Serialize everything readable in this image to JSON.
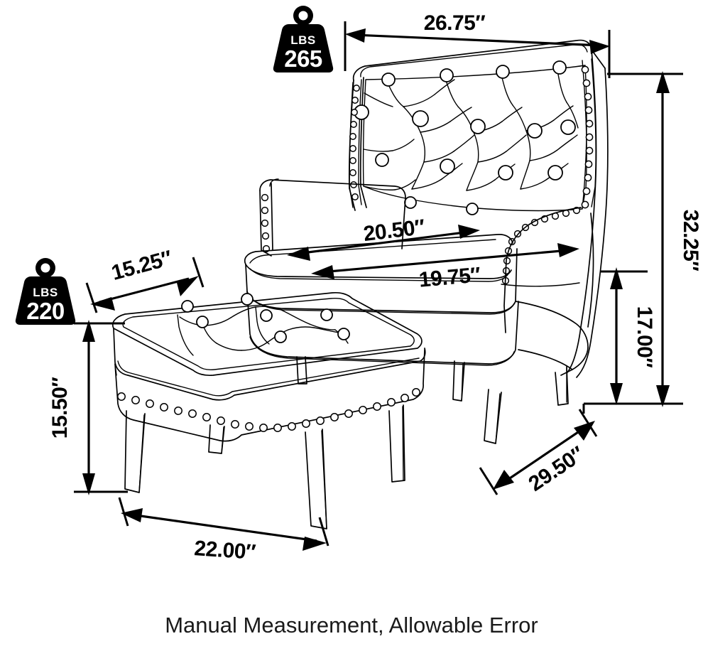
{
  "diagram": {
    "title": "Accent Chair and Ottoman Dimension Diagram",
    "caption": "Manual Measurement, Allowable Error",
    "line_color": "#000000",
    "background_color": "#ffffff",
    "unit_symbol": "\""
  },
  "weight_badges": [
    {
      "name": "chair-weight-badge",
      "unit_label": "LBS",
      "value": "265",
      "applies_to": "chair"
    },
    {
      "name": "ottoman-weight-badge",
      "unit_label": "LBS",
      "value": "220",
      "applies_to": "ottoman"
    }
  ],
  "dimensions": {
    "chair": [
      {
        "id": "chair-width",
        "label": "26.75″",
        "value": 26.75,
        "unit": "in",
        "placement": "top",
        "orientation": "horizontal"
      },
      {
        "id": "chair-height",
        "label": "32.25″",
        "value": 32.25,
        "unit": "in",
        "placement": "right-outer",
        "orientation": "vertical"
      },
      {
        "id": "chair-seat-height",
        "label": "17.00″",
        "value": 17.0,
        "unit": "in",
        "placement": "right-inner",
        "orientation": "vertical"
      },
      {
        "id": "chair-seat-width",
        "label": "20.50″",
        "value": 20.5,
        "unit": "in",
        "placement": "seat-upper",
        "orientation": "diagonal"
      },
      {
        "id": "chair-seat-depth",
        "label": "19.75″",
        "value": 19.75,
        "unit": "in",
        "placement": "seat-lower",
        "orientation": "diagonal"
      },
      {
        "id": "chair-depth",
        "label": "29.50″",
        "value": 29.5,
        "unit": "in",
        "placement": "bottom-right",
        "orientation": "diagonal"
      }
    ],
    "ottoman": [
      {
        "id": "ottoman-depth",
        "label": "15.25″",
        "value": 15.25,
        "unit": "in",
        "placement": "top-left",
        "orientation": "diagonal"
      },
      {
        "id": "ottoman-height",
        "label": "15.50″",
        "value": 15.5,
        "unit": "in",
        "placement": "left",
        "orientation": "vertical"
      },
      {
        "id": "ottoman-width",
        "label": "22.00″",
        "value": 22.0,
        "unit": "in",
        "placement": "bottom",
        "orientation": "horizontal"
      }
    ]
  },
  "labels": {
    "d_26_75": "26.75″",
    "d_32_25": "32.25″",
    "d_17_00": "17.00″",
    "d_20_50": "20.50″",
    "d_19_75": "19.75″",
    "d_29_50": "29.50″",
    "d_15_25": "15.25″",
    "d_15_50": "15.50″",
    "d_22_00": "22.00″",
    "lbs_unit": "LBS",
    "lbs_chair": "265",
    "lbs_ottoman": "220",
    "caption": "Manual Measurement, Allowable Error"
  },
  "objects": [
    {
      "name": "wingback-accent-chair",
      "features": [
        "tufted-diamond-back",
        "nailhead-trim",
        "rolled-arms",
        "tapered-legs"
      ]
    },
    {
      "name": "matching-ottoman",
      "features": [
        "tufted-top",
        "nailhead-trim",
        "tapered-legs"
      ]
    }
  ]
}
